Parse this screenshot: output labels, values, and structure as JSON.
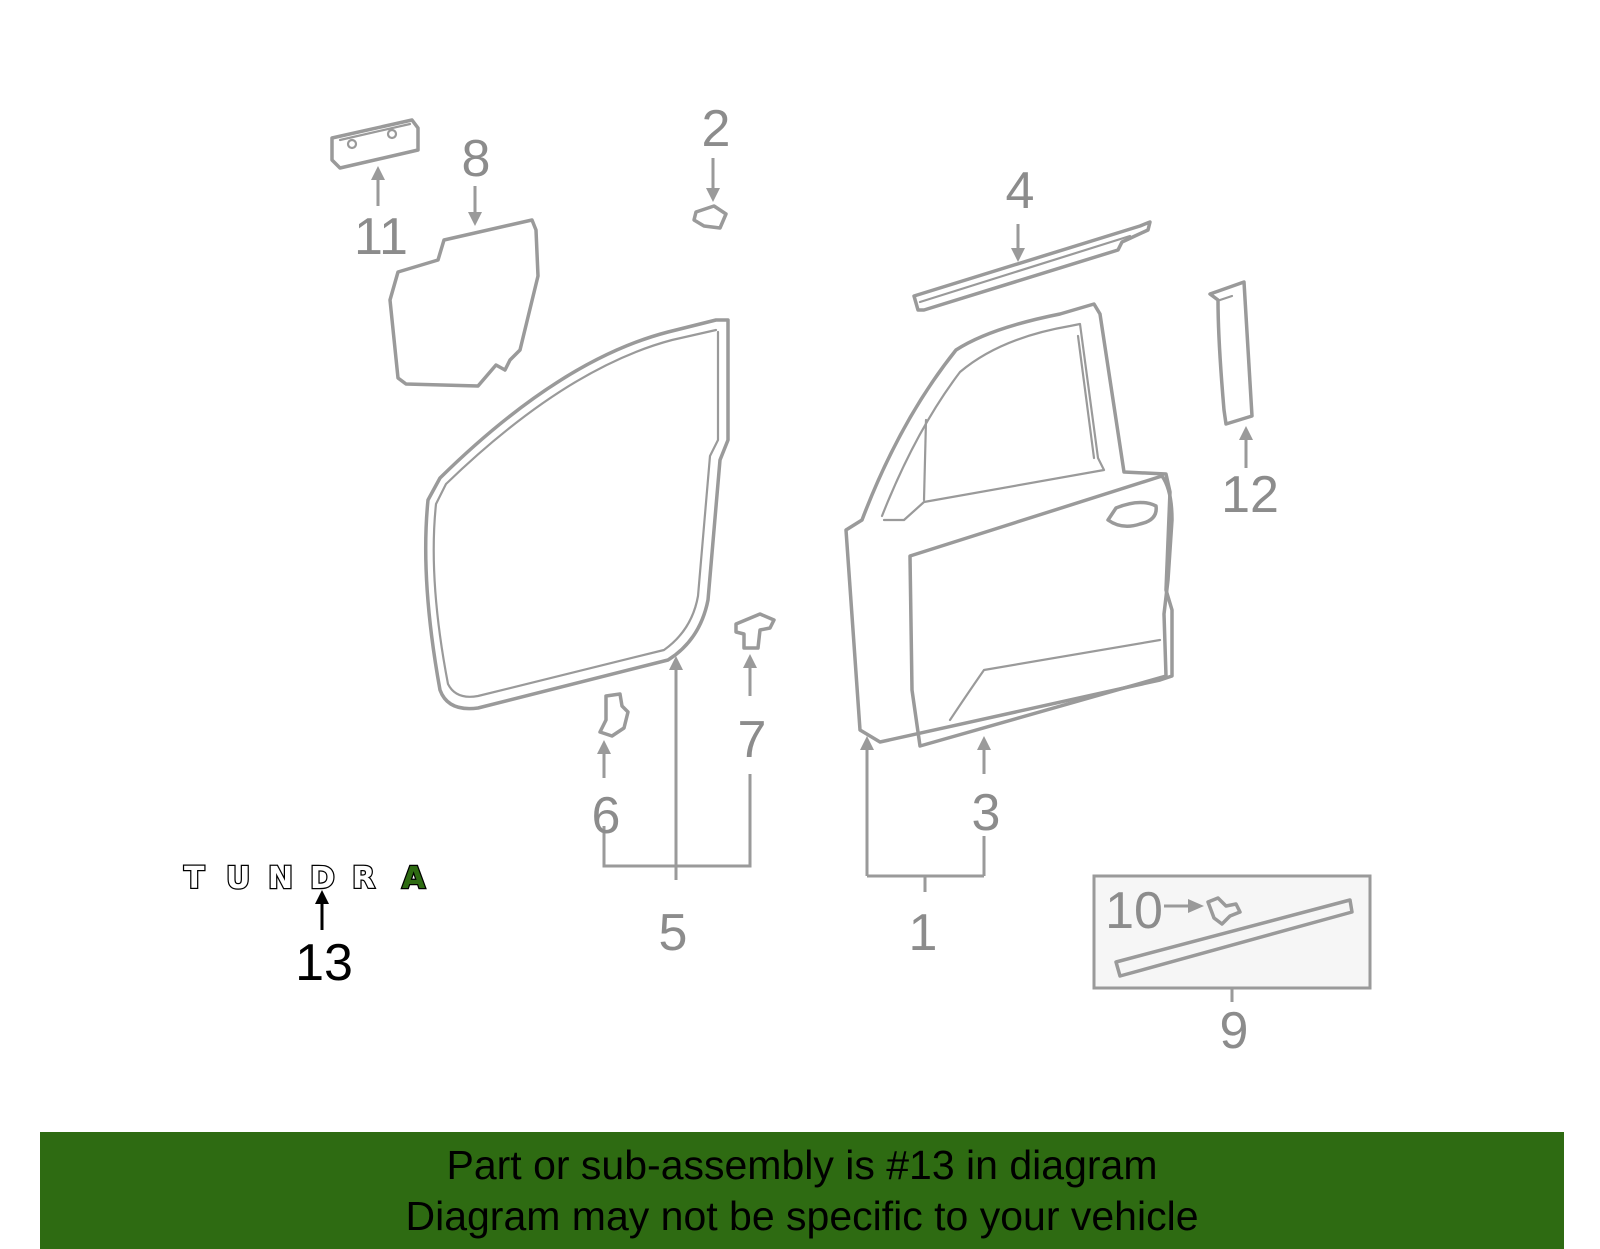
{
  "callouts": {
    "c1": "1",
    "c2": "2",
    "c3": "3",
    "c4": "4",
    "c5": "5",
    "c6": "6",
    "c7": "7",
    "c8": "8",
    "c9": "9",
    "c10": "10",
    "c11": "11",
    "c12": "12",
    "c13": "13"
  },
  "highlighted_callout": "13",
  "emblem": {
    "letters": [
      "T",
      "U",
      "N",
      "D",
      "R",
      "A"
    ],
    "text": "TUNDRA",
    "accent_color": "#2e6b12"
  },
  "footer": {
    "line1": "Part or sub-assembly is #13 in diagram",
    "line2": "Diagram may not be specific to your vehicle",
    "background_color": "#2e6b12"
  },
  "colors": {
    "part_outline": "#9a9a9a",
    "label_gray": "#8c8c8c",
    "highlight": "#000000"
  }
}
